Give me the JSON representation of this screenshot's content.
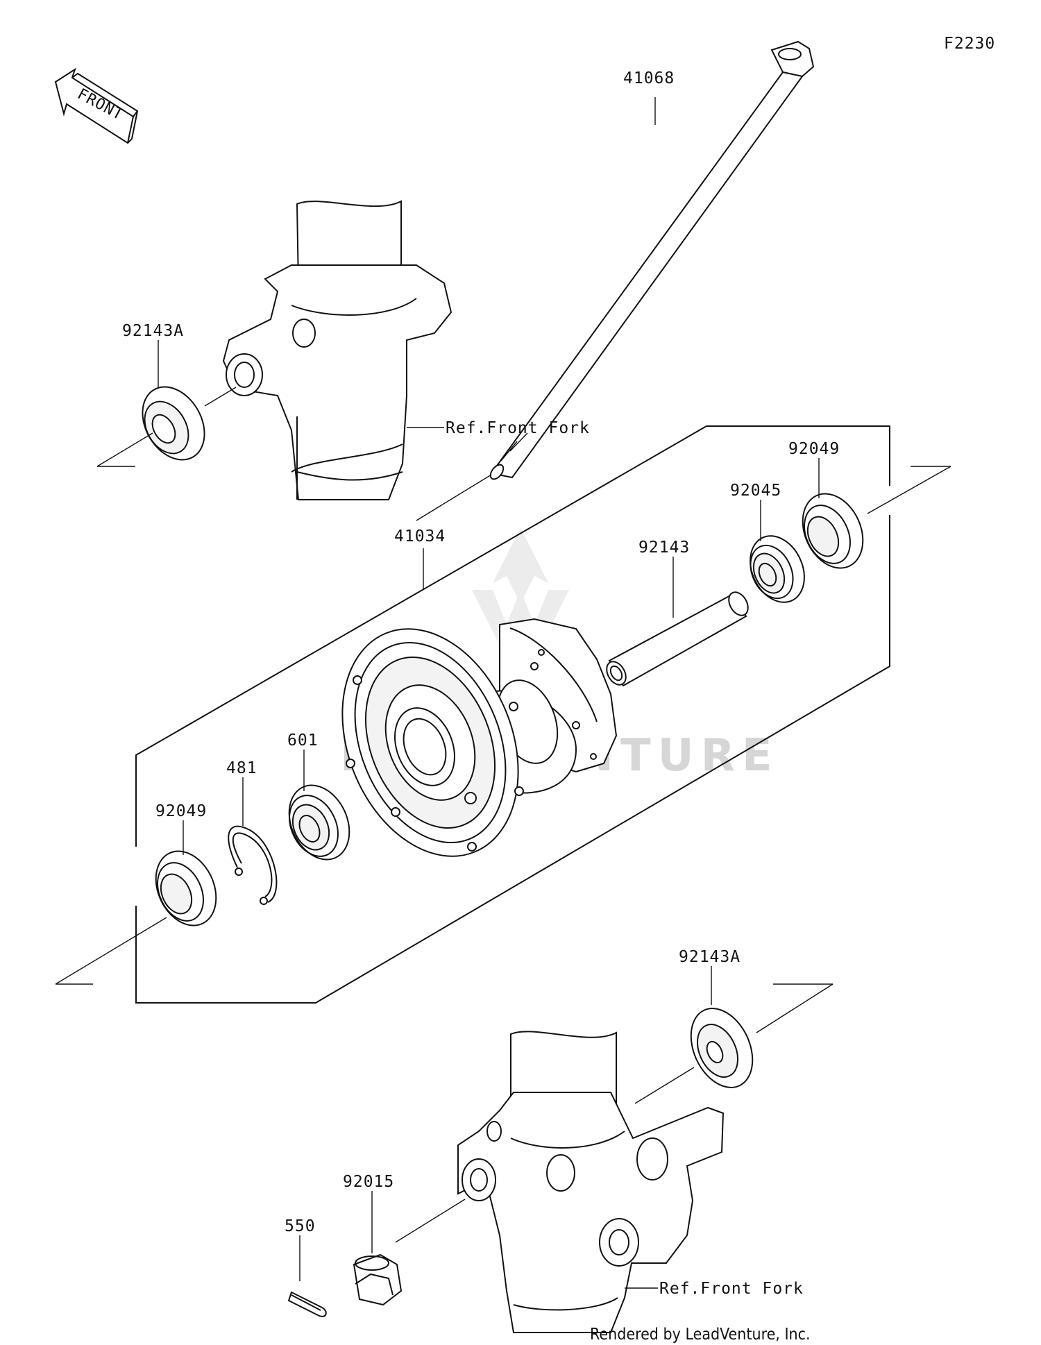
{
  "diagram_code": "F2230",
  "front_arrow_label": "FRONT",
  "watermark": "LEADVENTURE",
  "footer": "Rendered by LeadVenture, Inc.",
  "parts": {
    "axle": "41068",
    "collar_top": "92143A",
    "ref_fork_top": "Ref.Front Fork",
    "hub": "41034",
    "seal_right": "92049",
    "bearing_right": "92045",
    "spacer": "92143",
    "bearing_left": "601",
    "circlip": "481",
    "seal_left": "92049",
    "collar_bottom": "92143A",
    "nut": "92015",
    "cotter_pin": "550",
    "ref_fork_bottom": "Ref.Front Fork"
  }
}
